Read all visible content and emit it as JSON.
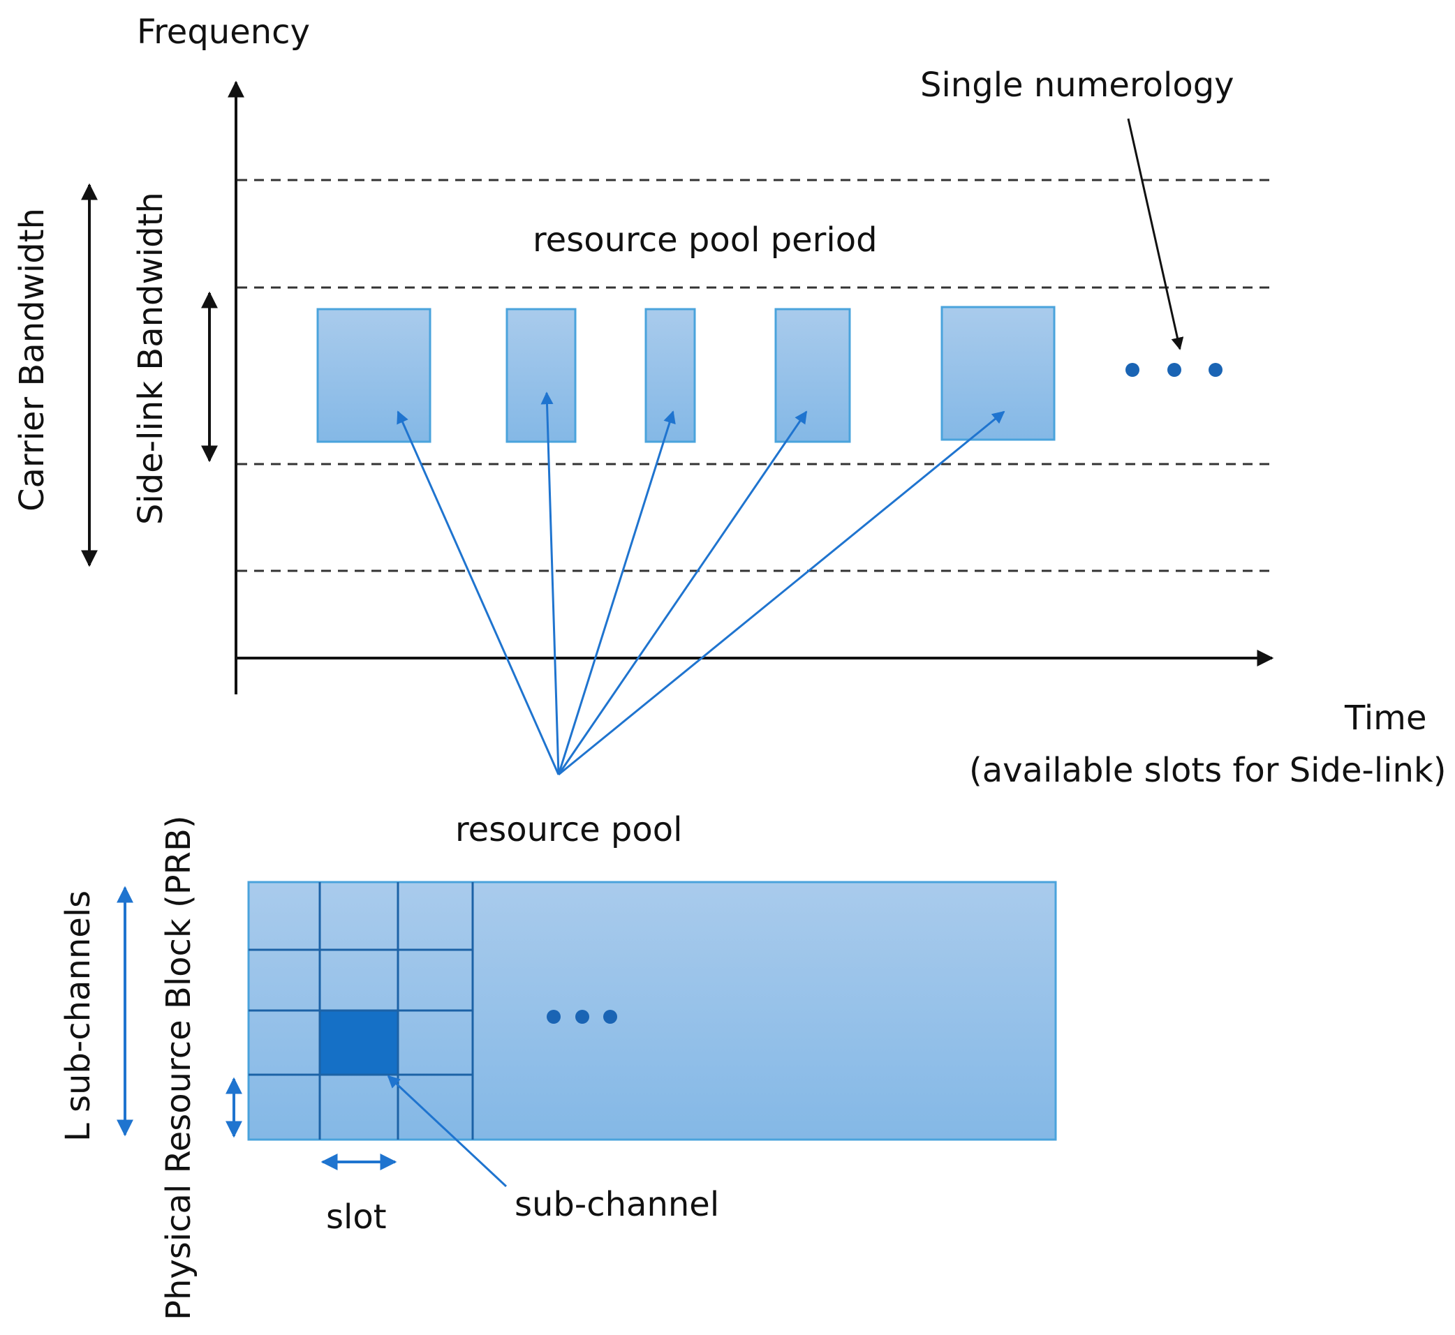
{
  "labels": {
    "frequency": "Frequency",
    "single_numerology": "Single numerology",
    "resource_pool_period": "resource pool period",
    "carrier_bandwidth": "Carrier Bandwidth",
    "sidelink_bandwidth": "Side-link Bandwidth",
    "time": "Time",
    "time_sub": "(available slots for Side-link)",
    "resource_pool": "resource pool",
    "l_subchannels": "L sub-channels",
    "prb": "Physical Resource Block (PRB)",
    "slot": "slot",
    "sub_channel": "sub-channel"
  },
  "colors": {
    "fill_light": "#a9cbec",
    "fill_mid": "#8fbde6",
    "stroke": "#4aa3dc",
    "arrow_blue": "#1f74cf",
    "highlight": "#1570c6",
    "dot": "#1a64b4",
    "black": "#111111"
  }
}
